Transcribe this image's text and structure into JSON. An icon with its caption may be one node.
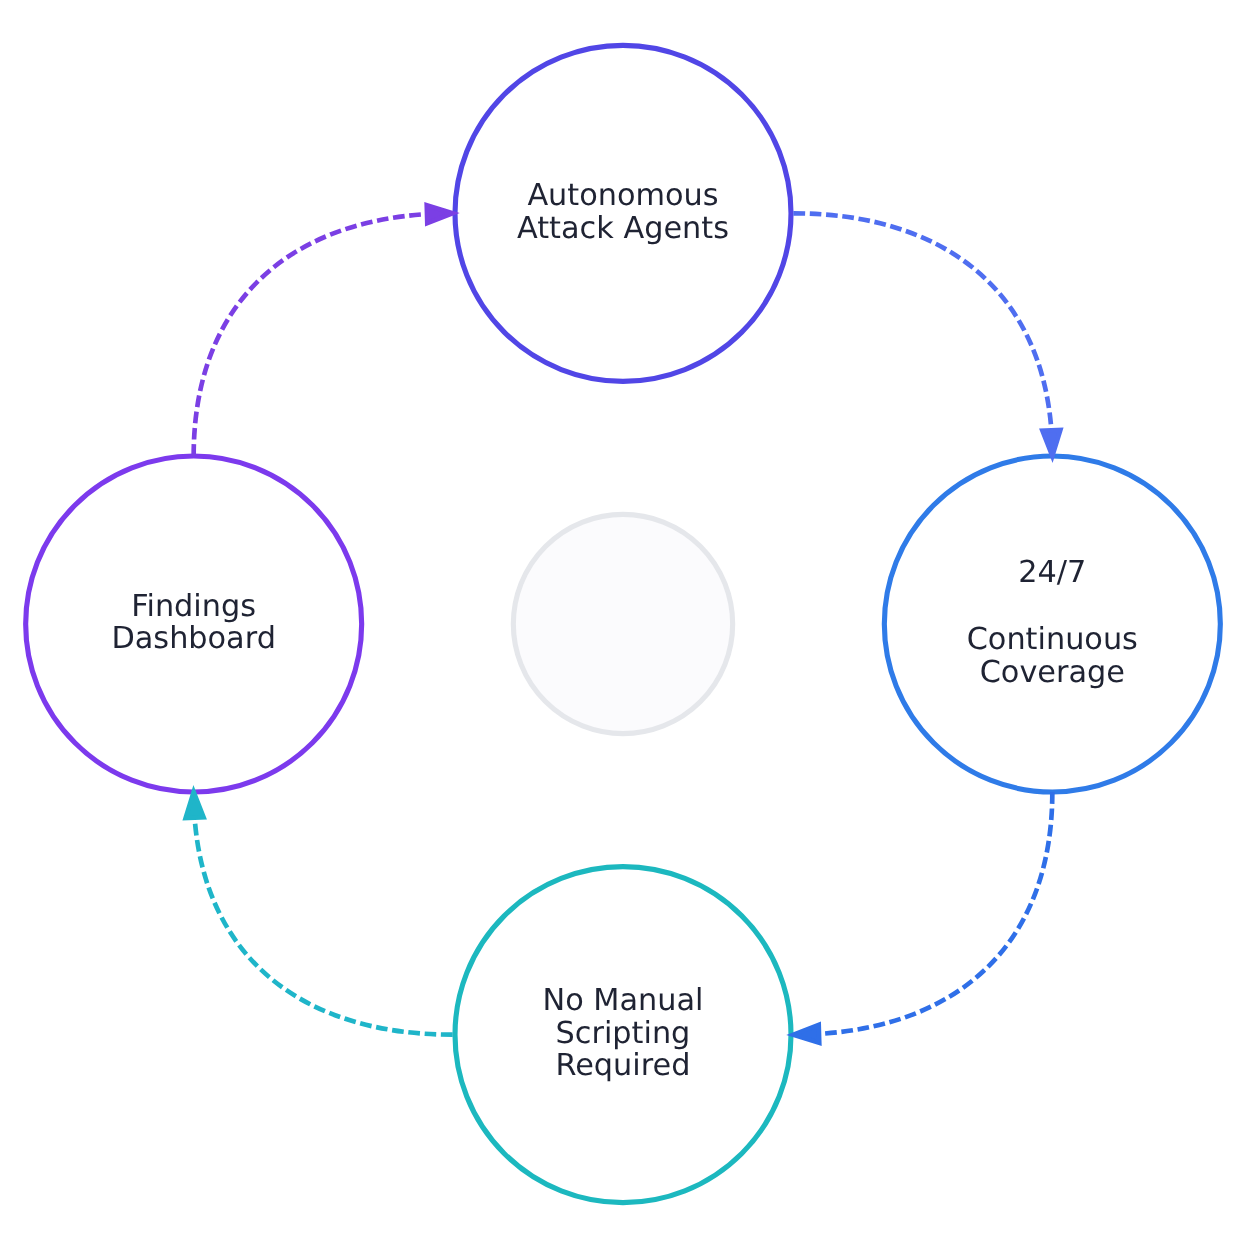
{
  "diagram": {
    "nodes": [
      {
        "text": [
          "Autonomous Attack Agents"
        ]
      },
      {
        "text": [
          "Findings Dashboard"
        ]
      },
      {
        "text": [],
        "shape": "circle"
      },
      {
        "text": [
          "24/7",
          "Continuous Coverage"
        ]
      },
      {
        "text": [
          "No Manual Scripting Required"
        ]
      }
    ],
    "edges": [
      {
        "from": 0,
        "to": 3,
        "arrow": "to",
        "style": "dashed",
        "color": "#4f6ef0"
      },
      {
        "from": 3,
        "to": 4,
        "arrow": "to",
        "style": "dashed",
        "color": "#2f6fe8"
      },
      {
        "from": 4,
        "to": 1,
        "arrow": "to",
        "style": "dashed",
        "color": "#1fb5c9"
      },
      {
        "from": 1,
        "to": 0,
        "arrow": "to",
        "style": "dashed",
        "color": "#7b3fe4"
      }
    ]
  }
}
